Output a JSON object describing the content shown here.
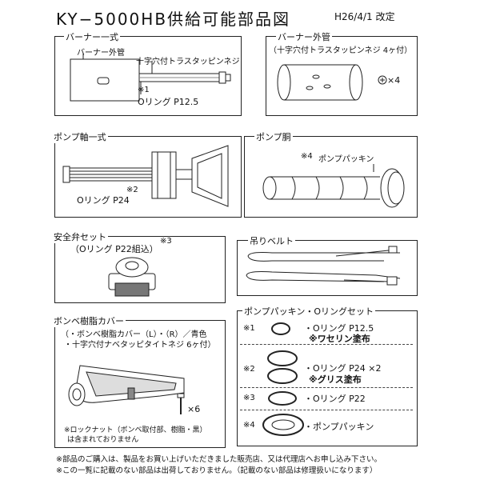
{
  "header": {
    "title": "KY−5000HB供給可能部品図",
    "date": "H26/4/1 改定"
  },
  "burner_set": {
    "label": "バーナー一式",
    "outer_tube": "バーナー外管",
    "screw": "十字穴付トラスタッピンネジ",
    "mark": "※1",
    "oring": "Oリング P12.5"
  },
  "burner_outer": {
    "label": "バーナー外管",
    "sub": "（十字穴付トラスタッピンネジ 4ヶ付）",
    "qty": "×4"
  },
  "pump_shaft": {
    "label": "ポンプ軸一式",
    "mark": "※2",
    "oring": "Oリング P24"
  },
  "pump_body": {
    "label": "ポンプ胴",
    "mark": "※4",
    "packing": "ポンプパッキン"
  },
  "safety_valve": {
    "label": "安全弁セット",
    "sub": "（Oリング P22組込）",
    "mark": "※3"
  },
  "belt": {
    "label": "吊りベルト"
  },
  "cylinder_cover": {
    "label": "ボンベ樹脂カバー",
    "line1": "（・ボンベ樹脂カバー（L）・（R）／青色",
    "line2": "・十字穴付ナベタッピタイトネジ 6ヶ付）",
    "qty": "×6",
    "note1": "※ロックナット（ボンベ取付部、樹脂・黒）",
    "note2": "は含まれておりません"
  },
  "packing_set": {
    "label": "ポンプパッキン・Oリングセット",
    "rows": [
      {
        "mark": "※1",
        "text": "・Oリング P12.5",
        "note": "※ワセリン塗布"
      },
      {
        "mark": "※2",
        "text": "・Oリング P24 ×2",
        "note": "※グリス塗布"
      },
      {
        "mark": "※3",
        "text": "・Oリング P22",
        "note": ""
      },
      {
        "mark": "※4",
        "text": "・ポンプパッキン",
        "note": ""
      }
    ]
  },
  "footer": {
    "line1": "※部品のご購入は、製品をお買い上げいただきました販売店、又は代理店へお申し込み下さい。",
    "line2": "※この一覧に記載のない部品は出荷しておりません。（記載のない部品は修理扱いになります）"
  }
}
